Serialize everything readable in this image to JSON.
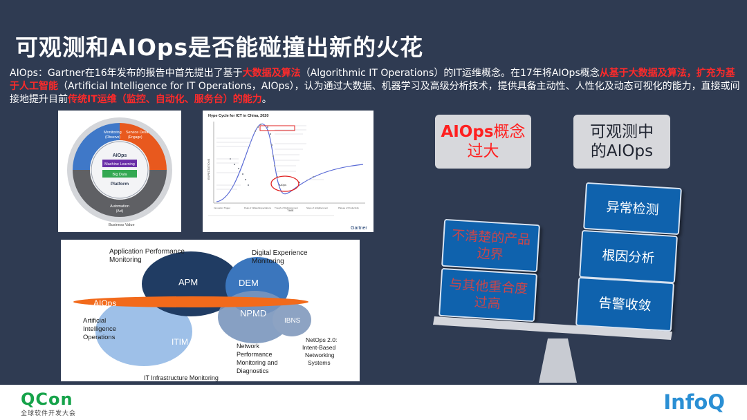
{
  "slide": {
    "title": "可观测和AIOps是否能碰撞出新的火花",
    "intro": [
      {
        "text": "AIOps：Gartner在16年发布的报告中首先提出了基于",
        "red": false
      },
      {
        "text": "大数据及算法",
        "red": true
      },
      {
        "text": "（Algorithmic IT Operations）的IT运维概念。在17年将AIOps概念",
        "red": false
      },
      {
        "text": "从基于大数据及算法，扩充为基于人工智能",
        "red": true
      },
      {
        "text": "（Artificial Intelligence for IT Operations，AIOps），认为通过大数据、机器学习及高级分析技术，提供具备主动性、人性化及动态可视化的能力，直接或间接地提升目前",
        "red": false
      },
      {
        "text": "传统IT运维（监控、自动化、服务台）的能力",
        "red": true
      },
      {
        "text": "。",
        "red": false
      }
    ]
  },
  "ring_diagram": {
    "monitoring": "Monitoring",
    "observe": "(Observe)",
    "service_desk": "Service Desk",
    "engage": "(Engage)",
    "aiops": "AIOps",
    "machine_learning": "Machine Learning",
    "big_data": "Big Data",
    "platform": "Platform",
    "automation": "Automation",
    "act": "(Act)",
    "business_value": "Business Value"
  },
  "hype_cycle": {
    "title": "Hype Cycle for ICT in China, 2020",
    "y_axis": "EXPECTATIONS",
    "x_axis": "TIME",
    "brand": "Gartner",
    "phases": [
      "Innovation Trigger",
      "Peak of Inflated Expectations",
      "Trough of Disillusionment",
      "Slope of Enlightenment",
      "Plateau of Productivity"
    ],
    "highlight": "AIOps"
  },
  "venn": {
    "apm_label": "Application Performance\nMonitoring",
    "dem_label": "Digital Experience\nMonitoring",
    "apm": "APM",
    "dem": "DEM",
    "aiops": "AIOps",
    "aiops_full": "Artificial\nIntelligence\nOperations",
    "npmd": "NPMD",
    "ibns": "IBNS",
    "itim": "ITIM",
    "npm_label": "Network\nPerformance\nMonitoring and\nDiagnostics",
    "netops_label": "NetOps 2.0:\nIntent-Based\nNetworking\nSystems",
    "itim_label": "IT Infrastructure Monitoring"
  },
  "balance": {
    "left_header_bold": "AIOps",
    "left_header_rest": "概念",
    "left_header_line2": "过大",
    "right_header_line1": "可观测中",
    "right_header_line2": "的AIOps",
    "left_boxes": [
      {
        "line1": "不清楚的产品",
        "line2": "边界"
      },
      {
        "line1": "与其他重合度",
        "line2": "过高"
      }
    ],
    "right_boxes": [
      "异常检测",
      "根因分析",
      "告警收敛"
    ]
  },
  "footer": {
    "qcon": "QCon",
    "qcon_sub": "全球软件开发大会",
    "infoq": "InfoQ"
  },
  "colors": {
    "background": "#2f3b52",
    "highlight_red": "#ff2a2a",
    "box_blue": "#0f62ad",
    "qcon_green": "#16a34a",
    "infoq_blue": "#2a8fd4"
  }
}
